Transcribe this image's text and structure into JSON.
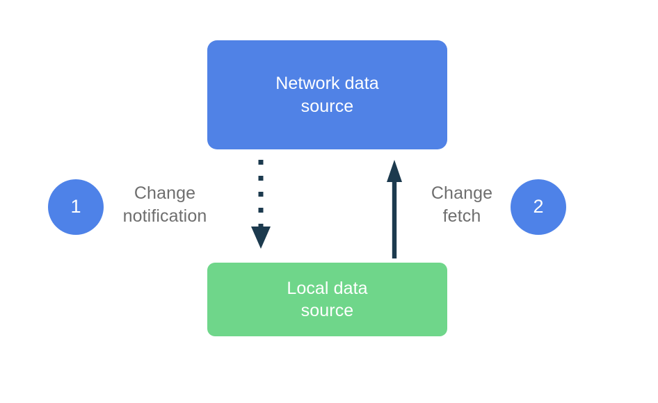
{
  "diagram": {
    "title_visible": false,
    "background_color": "#ffffff",
    "nodes": [
      {
        "id": "network-data-source",
        "label": "Network data\nsource",
        "color": "#5082E6",
        "text_color": "#ffffff",
        "shape": "rounded-rectangle"
      },
      {
        "id": "local-data-source",
        "label": "Local data\nsource",
        "color": "#6FD68A",
        "text_color": "#ffffff",
        "shape": "rounded-rectangle"
      }
    ],
    "steps": [
      {
        "number": "1",
        "circle_color": "#4E82E8",
        "number_color": "#ffffff",
        "label": "Change\nnotification",
        "label_color": "#6E6E6E",
        "arrow": {
          "id": "change-notification-arrow",
          "style": "dotted",
          "direction": "down",
          "from": "network-data-source",
          "to": "local-data-source",
          "color": "#1C3A4E",
          "dot_count": 5
        }
      },
      {
        "number": "2",
        "circle_color": "#4E82E8",
        "number_color": "#ffffff",
        "label": "Change\nfetch",
        "label_color": "#6E6E6E",
        "arrow": {
          "id": "change-fetch-arrow",
          "style": "solid",
          "direction": "up",
          "from": "local-data-source",
          "to": "network-data-source",
          "color": "#1C3A4E"
        }
      }
    ]
  }
}
